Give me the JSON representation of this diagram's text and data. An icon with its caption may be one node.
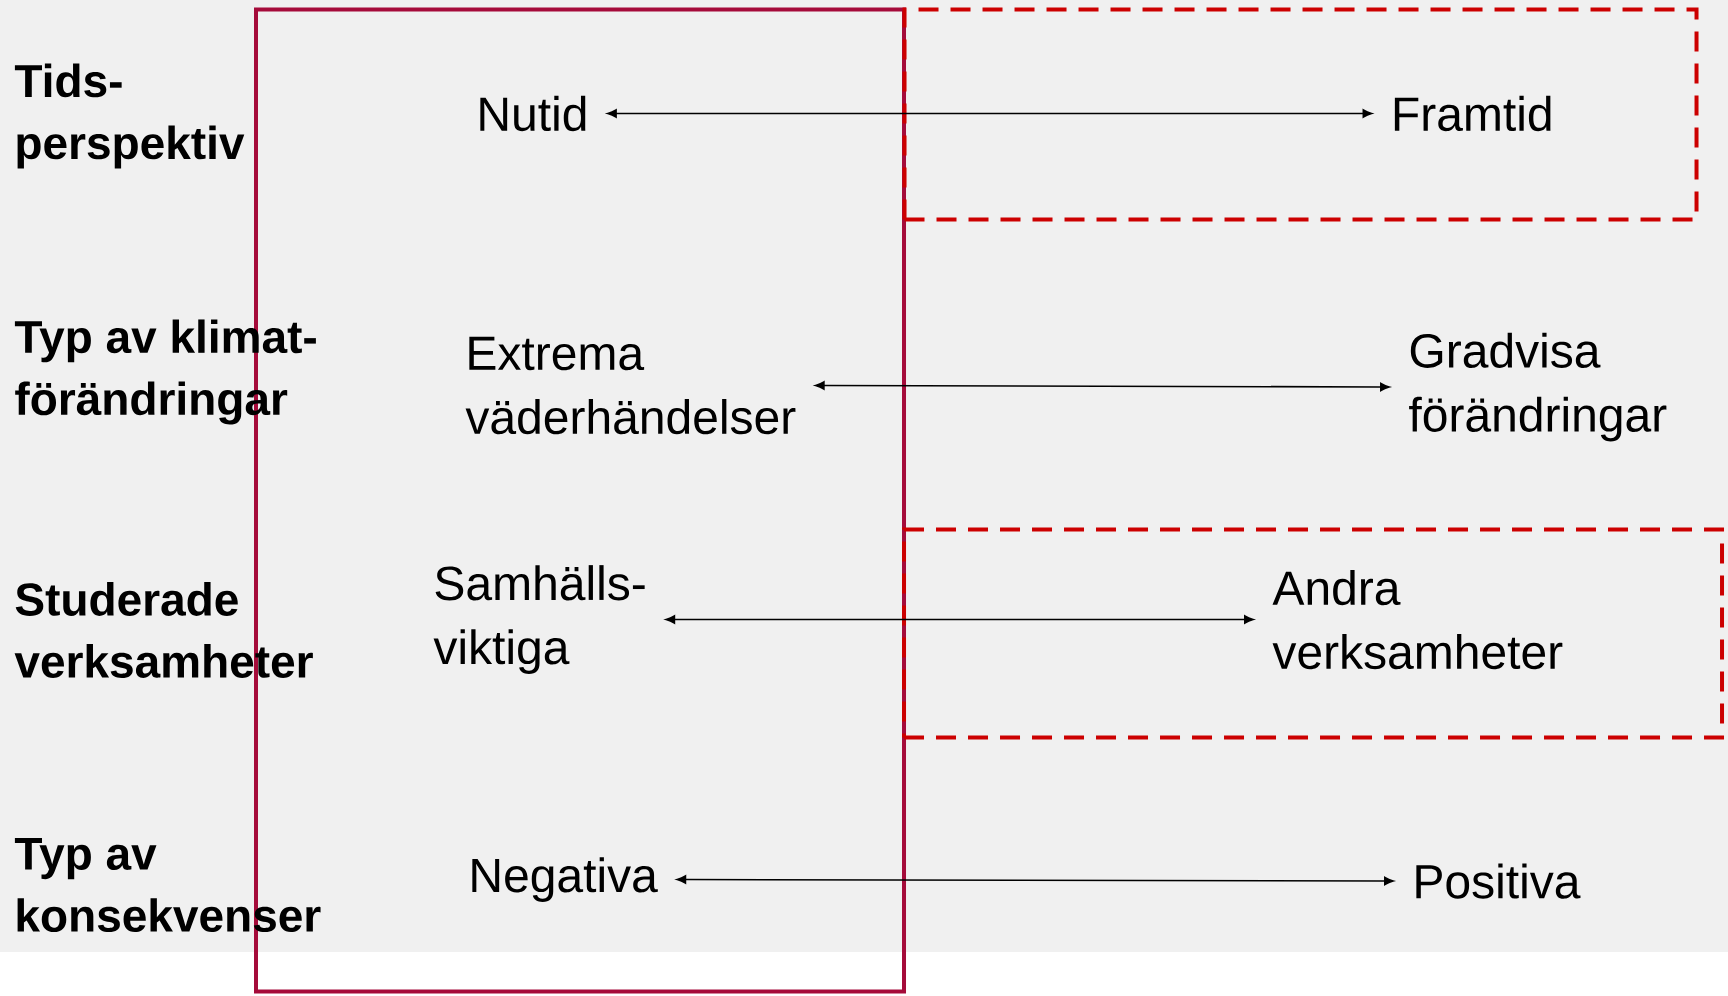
{
  "diagram": {
    "nodes": [
      {
        "text": [],
        "shape": "box"
      },
      {
        "text": [
          "Nutid"
        ],
        "in": 0
      },
      {
        "text": [],
        "shape": "box"
      },
      {
        "text": [
          "Framtid"
        ],
        "in": 2
      },
      {
        "text": [
          "Extrema väderhändelser"
        ],
        "in": 0
      },
      {
        "text": [
          "Gradvisa förändringar"
        ]
      },
      {
        "text": [
          "Samhälls- viktiga"
        ],
        "in": 0
      },
      {
        "text": [],
        "shape": "box"
      },
      {
        "text": [
          "Andra verksamheter"
        ],
        "in": 7
      },
      {
        "text": [
          "Negativa"
        ],
        "in": 0
      },
      {
        "text": [
          "Positiva"
        ]
      }
    ],
    "edges": [
      {
        "from": 1,
        "to": 3,
        "arrow": "both"
      },
      {
        "from": 4,
        "to": 5,
        "arrow": "both"
      },
      {
        "from": 6,
        "to": 8,
        "arrow": "both"
      },
      {
        "from": 9,
        "to": 10,
        "arrow": "both"
      }
    ],
    "labels": [
      "Tids- perspektiv",
      "Typ av klimat- förändringar",
      "Studerade verksamheter",
      "Typ av konsekvenser"
    ]
  }
}
